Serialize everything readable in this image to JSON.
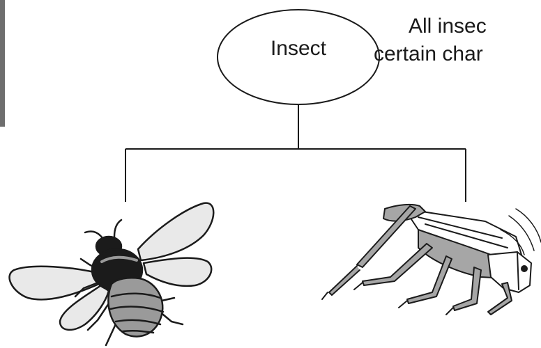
{
  "diagram": {
    "root": {
      "label": "Insect"
    },
    "note": {
      "line1": "All insec",
      "line2": "certain char"
    },
    "children": [
      {
        "name": "bee-illustration"
      },
      {
        "name": "grasshopper-illustration"
      }
    ],
    "colors": {
      "ink": "#1a1a1a",
      "bee_body_dark": "#1b1b1b",
      "bee_stripe_gray": "#9a9a9a",
      "wing_fill": "#e9e9e9",
      "grasshopper_fill": "#a6a6a6",
      "edge_bar": "#6e6e6e"
    }
  }
}
